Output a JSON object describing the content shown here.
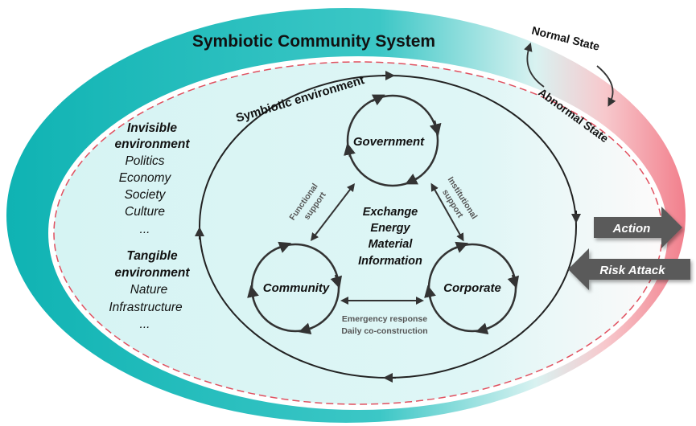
{
  "title": "Symbiotic Community System",
  "states": {
    "normal": "Normal State",
    "abnormal": "Abnormal State"
  },
  "symbiotic_environment": "Symbiotic environment",
  "left_panel": {
    "invisible_heading_1": "Invisible",
    "invisible_heading_2": "environment",
    "invisible_items": [
      "Politics",
      "Economy",
      "Society",
      "Culture",
      "..."
    ],
    "tangible_heading_1": "Tangible",
    "tangible_heading_2": "environment",
    "tangible_items": [
      "Nature",
      "Infrastructure",
      "..."
    ]
  },
  "actors": {
    "government": "Government",
    "community": "Community",
    "corporate": "Corporate"
  },
  "center": [
    "Exchange",
    "Energy",
    "Material",
    "Information"
  ],
  "links": {
    "functional_1": "Functional",
    "functional_2": "support",
    "institutional_1": "Institutional",
    "institutional_2": "support",
    "bottom_1": "Emergency response",
    "bottom_2": "Daily co-construction"
  },
  "arrows": {
    "action": "Action",
    "risk_attack": "Risk Attack"
  },
  "colors": {
    "teal": "#12b8b8",
    "light_teal": "#dcf6f6",
    "pink": "#f58f9a",
    "dashed_red": "#e0505f",
    "dark_grey": "#555555",
    "text": "#222222"
  }
}
